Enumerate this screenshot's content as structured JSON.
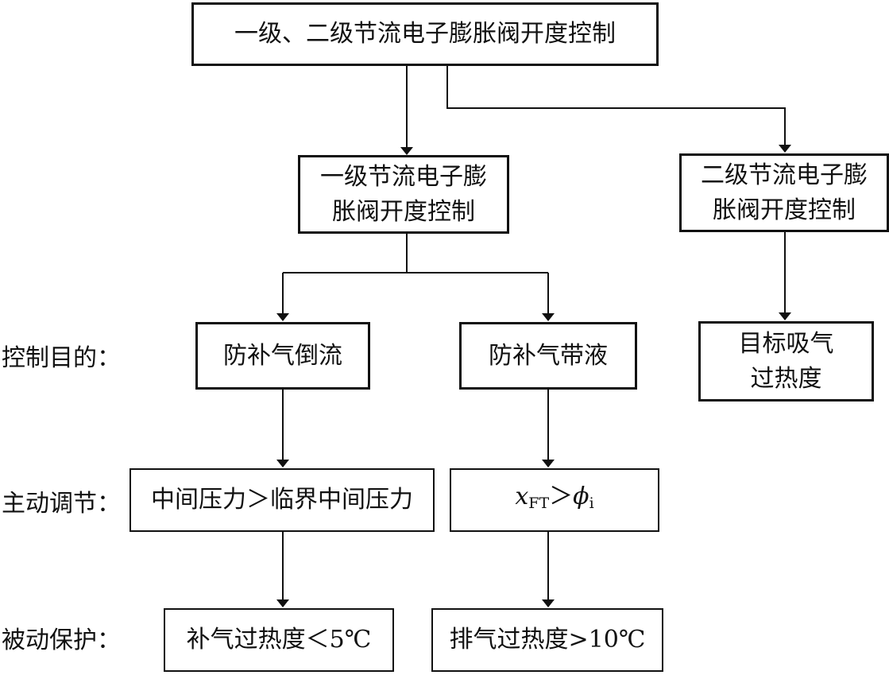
{
  "nodes": {
    "root": "一级、二级节流电子膨胀阀开度控制",
    "first_stage": [
      "一级节流电子膨",
      "胀阀开度控制"
    ],
    "second_stage": [
      "二级节流电子膨",
      "胀阀开度控制"
    ],
    "anti_backflow": "防补气倒流",
    "anti_liquid": "防补气带液",
    "target_superheat": [
      "目标吸气",
      "过热度"
    ],
    "pressure_condition": "中间压力＞临界中间压力",
    "quality_condition": {
      "var": "x",
      "var_sub": "FT",
      "op": "＞",
      "var2": "ϕ",
      "var2_sub": "i"
    },
    "injection_superheat": "补气过热度＜5℃",
    "discharge_superheat": "排气过热度>10℃"
  },
  "row_labels": {
    "control_goal": "控制目的：",
    "active_adjust": "主动调节：",
    "passive_protect": "被动保护："
  }
}
